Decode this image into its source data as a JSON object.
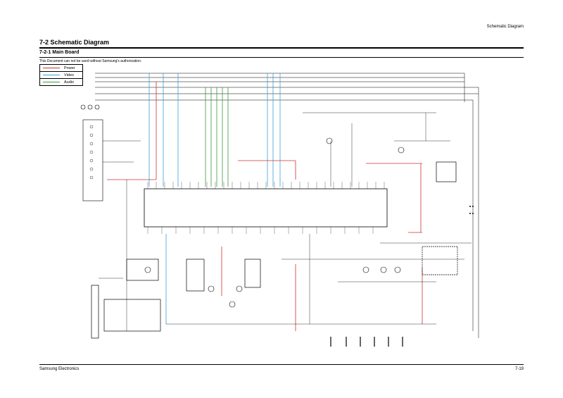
{
  "header": {
    "right_label": "Schematic Diagram"
  },
  "section": {
    "title": "7-2  Schematic Diagram",
    "subtitle": "7-2-1   Main Board"
  },
  "notice": "This Document can not be used without Samsung's authorization.",
  "legend": [
    {
      "label": "Power",
      "color": "#d03030"
    },
    {
      "label": "Video",
      "color": "#3aa0d8"
    },
    {
      "label": "Audio",
      "color": "#3a9a3a"
    }
  ],
  "footer": {
    "left": "Samsung Electronics",
    "right": "7-19"
  }
}
